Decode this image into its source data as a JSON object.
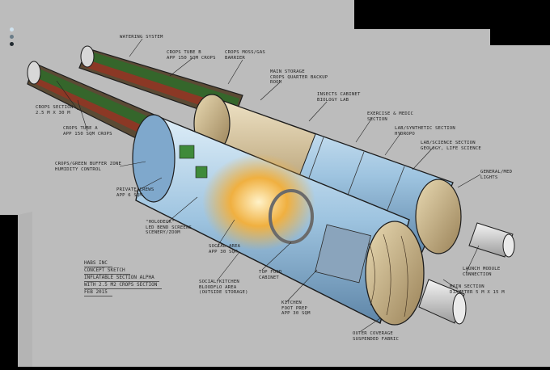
{
  "colors": {
    "paper": "#bcbcbc",
    "background": "#000000",
    "window_glass": "#9ec4e0",
    "beige_shell": "#d8c9a6",
    "crop_green": "#2f6b2a",
    "crop_red": "#a03020",
    "warm_light": "#f0b040",
    "dot_1": "#cfe2ee",
    "dot_2": "#6a7c88",
    "dot_3": "#222a30"
  },
  "title_block": {
    "line1": "HABS INC",
    "line2": "CONCEPT SKETCH",
    "line3": "INFLATABLE SECTION ALPHA",
    "line4": "WITH 2.5 M2 CROPS SECTION",
    "line5": "FEB 2015"
  },
  "labels": {
    "watering_system": "WATERING SYSTEM",
    "crops_tube_b": "CROPS TUBE B\nAPP 150 SQM CROPS",
    "crops_moss": "CROPS MOSS/GAS\nBARRIER",
    "main_storage": "MAIN STORAGE\nCROPS QUARTER BACKUP\nROOM",
    "insects_cabinet": "INSECTS CABINET\nBIOLOGY LAB",
    "exercise": "EXERCISE & MEDIC\nSECTION",
    "lab_synthetic": "LAB/SYNTHETIC SECTION\nHYDROPO",
    "lab_science": "LAB/SCIENCE SECTION\nGEOLOGY, LIFE SCIENCE",
    "general_meds": "GENERAL/MED\nLIGHTS",
    "crops_section": "CROPS SECTION\n2.5 M x 30 M",
    "crops_tube_a": "CROPS TUBE A\nAPP 150 SQM CROPS",
    "crops_green_buffer": "CROPS/GREEN BUFFER ZONE\nHUMIDITY CONTROL",
    "private_crews": "PRIVATE CREWS\nAPP 6 SQM",
    "holodeck": "\"HOLODECK\"\nLED BEND SCREENS\nSCENERY/ZOOM",
    "social_area": "SOCIAL AREA\nAPP 30 SQM",
    "social_kitchen": "SOCIAL/KITCHEN\nBLOODFLO AREA\n(OUTSIDE STORAGE)",
    "top_food": "TOP FOOD\nCABINET",
    "kitchen": "KITCHEN\nFOOT PREP\nAPP 30 SQM",
    "outer_coverage": "OUTER COVERAGE\nSUSPENDED FABRIC",
    "launch_module": "LAUNCH MODULE\nCONNECTION",
    "main_section": "MAIN SECTION\nDIAMETER 5 M x 15 M"
  }
}
